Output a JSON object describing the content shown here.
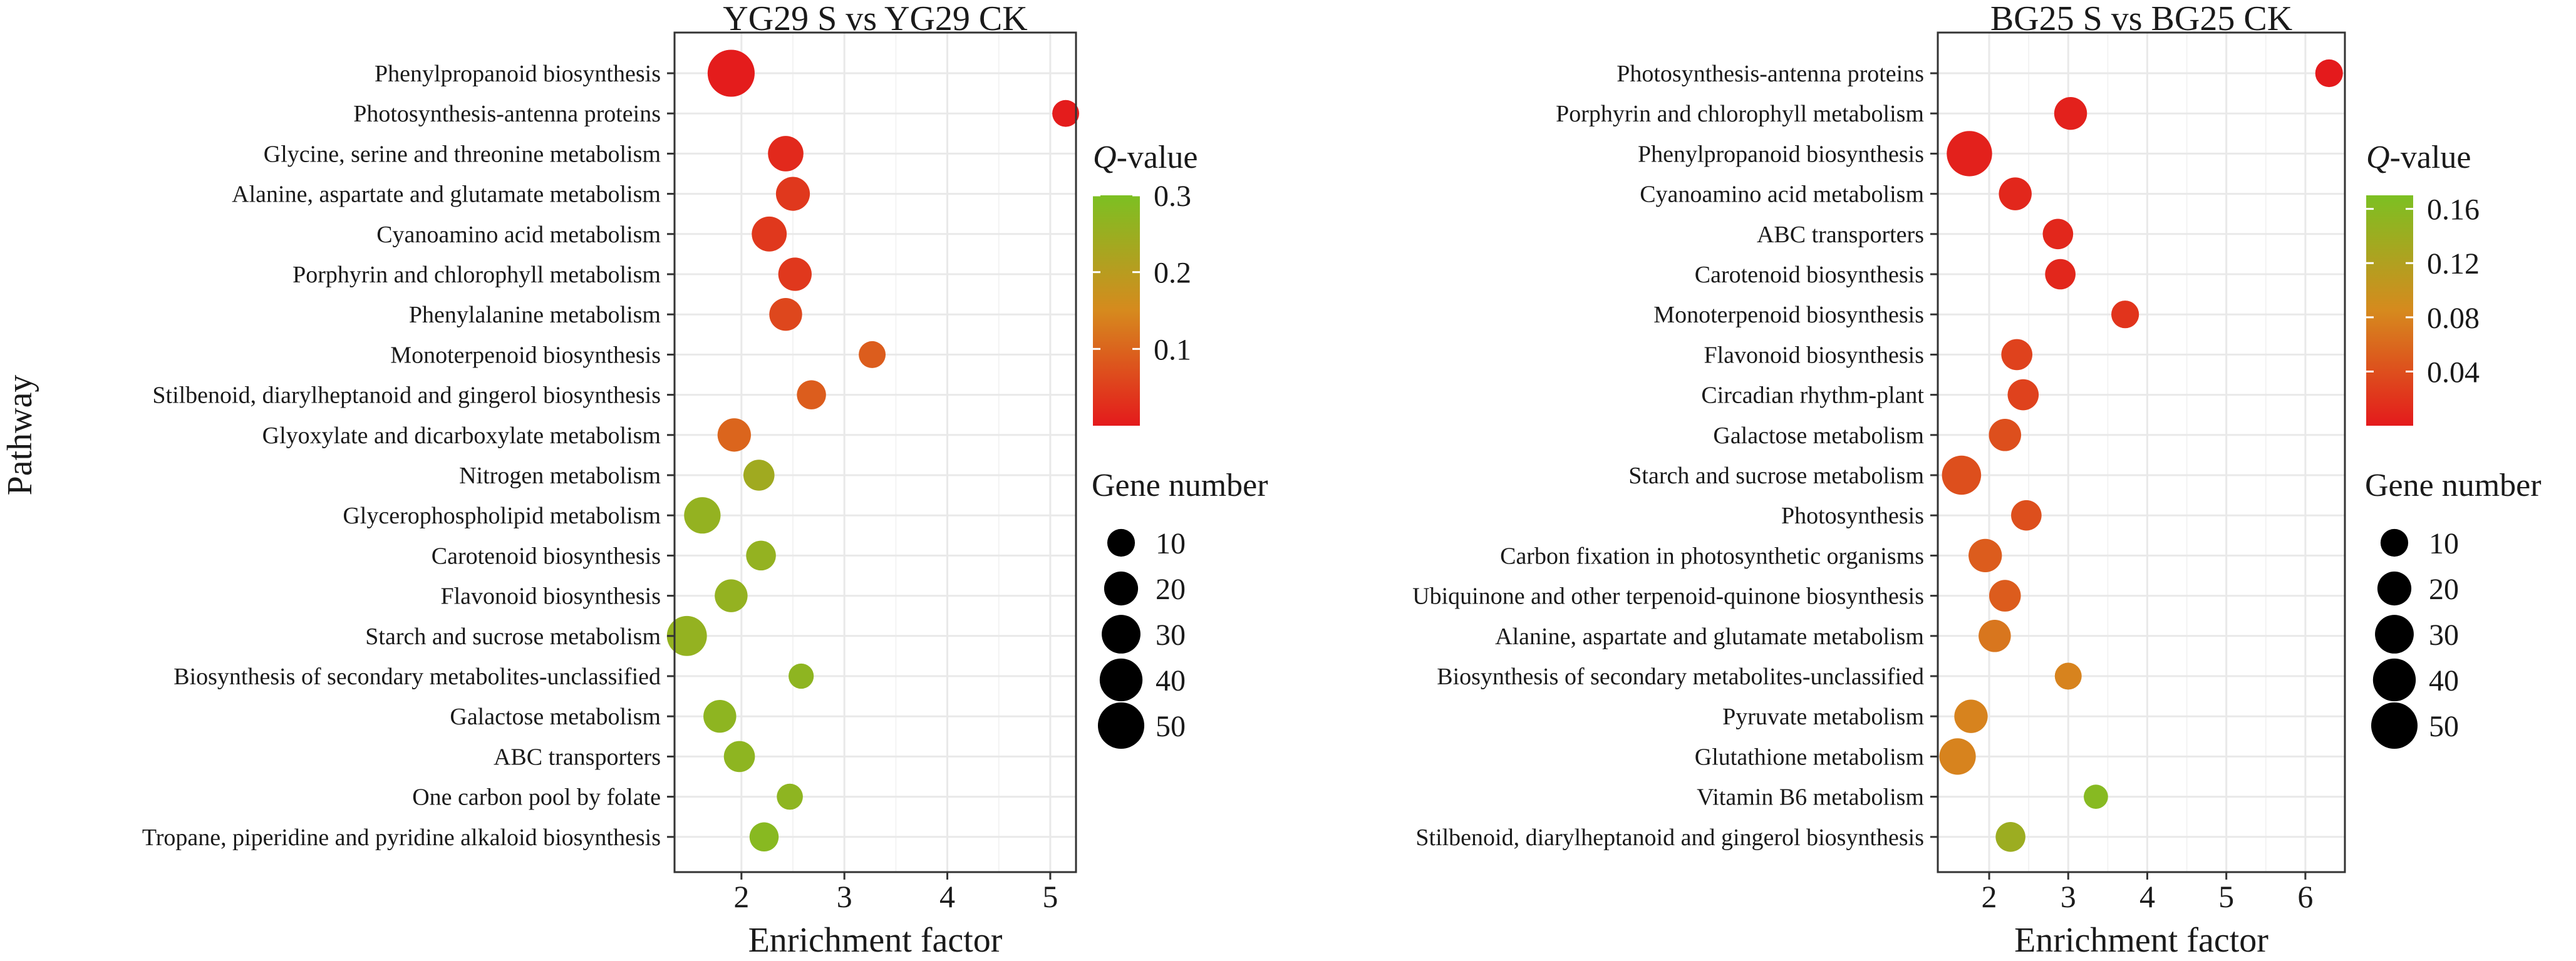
{
  "figure": {
    "y_axis_label": "Pathway"
  },
  "chart_data": [
    {
      "type": "scatter",
      "title": "YG29 S vs YG29 CK",
      "xlabel": "Enrichment factor",
      "ylabel": "Pathway",
      "xlim": [
        1.35,
        5.25
      ],
      "xticks": [
        2,
        3,
        4,
        5
      ],
      "xtick_labels": [
        "2",
        "3",
        "4",
        "5"
      ],
      "grid": true,
      "color_legend": {
        "title_prefix": "Q",
        "title_suffix": "-value",
        "range": [
          0.0,
          0.3
        ],
        "ticks": [
          0.1,
          0.2,
          0.3
        ],
        "tick_labels": [
          "0.1",
          "0.2",
          "0.3"
        ],
        "color_low": "#e41a1c",
        "color_mid": "#d68a1e",
        "color_high": "#7cc022"
      },
      "size_legend": {
        "title": "Gene number",
        "values": [
          10,
          20,
          30,
          40,
          50
        ],
        "labels": [
          "10",
          "20",
          "30",
          "40",
          "50"
        ]
      },
      "legend_position": "right",
      "points": [
        {
          "pathway": "Phenylpropanoid biosynthesis",
          "enrichment": 1.9,
          "q": 0.003,
          "genes": 52
        },
        {
          "pathway": "Photosynthesis-antenna proteins",
          "enrichment": 5.15,
          "q": 0.003,
          "genes": 9
        },
        {
          "pathway": "Glycine, serine and threonine metabolism",
          "enrichment": 2.43,
          "q": 0.02,
          "genes": 23
        },
        {
          "pathway": "Alanine, aspartate and glutamate metabolism",
          "enrichment": 2.5,
          "q": 0.04,
          "genes": 20
        },
        {
          "pathway": "Cyanoamino acid metabolism",
          "enrichment": 2.27,
          "q": 0.04,
          "genes": 22
        },
        {
          "pathway": "Porphyrin and chlorophyll metabolism",
          "enrichment": 2.52,
          "q": 0.04,
          "genes": 19
        },
        {
          "pathway": "Phenylalanine metabolism",
          "enrichment": 2.43,
          "q": 0.06,
          "genes": 18
        },
        {
          "pathway": "Monoterpenoid biosynthesis",
          "enrichment": 3.27,
          "q": 0.09,
          "genes": 9
        },
        {
          "pathway": "Stilbenoid, diarylheptanoid and gingerol biosynthesis",
          "enrichment": 2.68,
          "q": 0.09,
          "genes": 12
        },
        {
          "pathway": "Glyoxylate and dicarboxylate metabolism",
          "enrichment": 1.93,
          "q": 0.1,
          "genes": 19
        },
        {
          "pathway": "Nitrogen metabolism",
          "enrichment": 2.17,
          "q": 0.24,
          "genes": 15
        },
        {
          "pathway": "Glycerophospholipid metabolism",
          "enrichment": 1.62,
          "q": 0.26,
          "genes": 25
        },
        {
          "pathway": "Carotenoid biosynthesis",
          "enrichment": 2.19,
          "q": 0.26,
          "genes": 13
        },
        {
          "pathway": "Flavonoid biosynthesis",
          "enrichment": 1.9,
          "q": 0.26,
          "genes": 18
        },
        {
          "pathway": "Starch and sucrose metabolism",
          "enrichment": 1.47,
          "q": 0.26,
          "genes": 33
        },
        {
          "pathway": "Biosynthesis of secondary metabolites-unclassified",
          "enrichment": 2.58,
          "q": 0.27,
          "genes": 7
        },
        {
          "pathway": "Galactose metabolism",
          "enrichment": 1.79,
          "q": 0.27,
          "genes": 18
        },
        {
          "pathway": "ABC transporters",
          "enrichment": 1.98,
          "q": 0.27,
          "genes": 15
        },
        {
          "pathway": "One carbon pool by folate",
          "enrichment": 2.47,
          "q": 0.27,
          "genes": 8
        },
        {
          "pathway": "Tropane, piperidine and pyridine alkaloid biosynthesis",
          "enrichment": 2.22,
          "q": 0.28,
          "genes": 12
        }
      ]
    },
    {
      "type": "scatter",
      "title": "BG25 S vs BG25 CK",
      "xlabel": "Enrichment factor",
      "ylabel": "Pathway",
      "xlim": [
        1.35,
        6.5
      ],
      "xticks": [
        2,
        3,
        4,
        5,
        6
      ],
      "xtick_labels": [
        "2",
        "3",
        "4",
        "5",
        "6"
      ],
      "grid": true,
      "color_legend": {
        "title_prefix": "Q",
        "title_suffix": "-value",
        "range": [
          0.0,
          0.17
        ],
        "ticks": [
          0.04,
          0.08,
          0.12,
          0.16
        ],
        "tick_labels": [
          "0.04",
          "0.08",
          "0.12",
          "0.16"
        ],
        "color_low": "#e41a1c",
        "color_mid": "#d68a1e",
        "color_high": "#7cc022"
      },
      "size_legend": {
        "title": "Gene number",
        "values": [
          10,
          20,
          30,
          40,
          50
        ],
        "labels": [
          "10",
          "20",
          "30",
          "40",
          "50"
        ]
      },
      "legend_position": "right",
      "points": [
        {
          "pathway": "Photosynthesis-antenna proteins",
          "enrichment": 6.3,
          "q": 0.0,
          "genes": 10
        },
        {
          "pathway": "Porphyrin and chlorophyll metabolism",
          "enrichment": 3.03,
          "q": 0.005,
          "genes": 18
        },
        {
          "pathway": "Phenylpropanoid biosynthesis",
          "enrichment": 1.75,
          "q": 0.005,
          "genes": 47
        },
        {
          "pathway": "Cyanoamino acid metabolism",
          "enrichment": 2.33,
          "q": 0.01,
          "genes": 18
        },
        {
          "pathway": "ABC transporters",
          "enrichment": 2.87,
          "q": 0.01,
          "genes": 14
        },
        {
          "pathway": "Carotenoid biosynthesis",
          "enrichment": 2.9,
          "q": 0.01,
          "genes": 14
        },
        {
          "pathway": "Monoterpenoid biosynthesis",
          "enrichment": 3.72,
          "q": 0.02,
          "genes": 10
        },
        {
          "pathway": "Flavonoid biosynthesis",
          "enrichment": 2.35,
          "q": 0.03,
          "genes": 15
        },
        {
          "pathway": "Circadian rhythm-plant",
          "enrichment": 2.43,
          "q": 0.03,
          "genes": 15
        },
        {
          "pathway": "Galactose metabolism",
          "enrichment": 2.2,
          "q": 0.04,
          "genes": 17
        },
        {
          "pathway": "Starch and sucrose metabolism",
          "enrichment": 1.65,
          "q": 0.04,
          "genes": 31
        },
        {
          "pathway": "Photosynthesis",
          "enrichment": 2.47,
          "q": 0.04,
          "genes": 14
        },
        {
          "pathway": "Carbon fixation in photosynthetic organisms",
          "enrichment": 1.95,
          "q": 0.05,
          "genes": 19
        },
        {
          "pathway": "Ubiquinone and other terpenoid-quinone biosynthesis",
          "enrichment": 2.2,
          "q": 0.05,
          "genes": 16
        },
        {
          "pathway": "Alanine, aspartate and glutamate metabolism",
          "enrichment": 2.07,
          "q": 0.07,
          "genes": 17
        },
        {
          "pathway": "Biosynthesis of secondary metabolites-unclassified",
          "enrichment": 3.0,
          "q": 0.08,
          "genes": 9
        },
        {
          "pathway": "Pyruvate metabolism",
          "enrichment": 1.77,
          "q": 0.08,
          "genes": 19
        },
        {
          "pathway": "Glutathione metabolism",
          "enrichment": 1.6,
          "q": 0.08,
          "genes": 25
        },
        {
          "pathway": "Vitamin B6 metabolism",
          "enrichment": 3.35,
          "q": 0.16,
          "genes": 6
        },
        {
          "pathway": "Stilbenoid, diarylheptanoid and gingerol biosynthesis",
          "enrichment": 2.27,
          "q": 0.14,
          "genes": 13
        }
      ]
    }
  ]
}
